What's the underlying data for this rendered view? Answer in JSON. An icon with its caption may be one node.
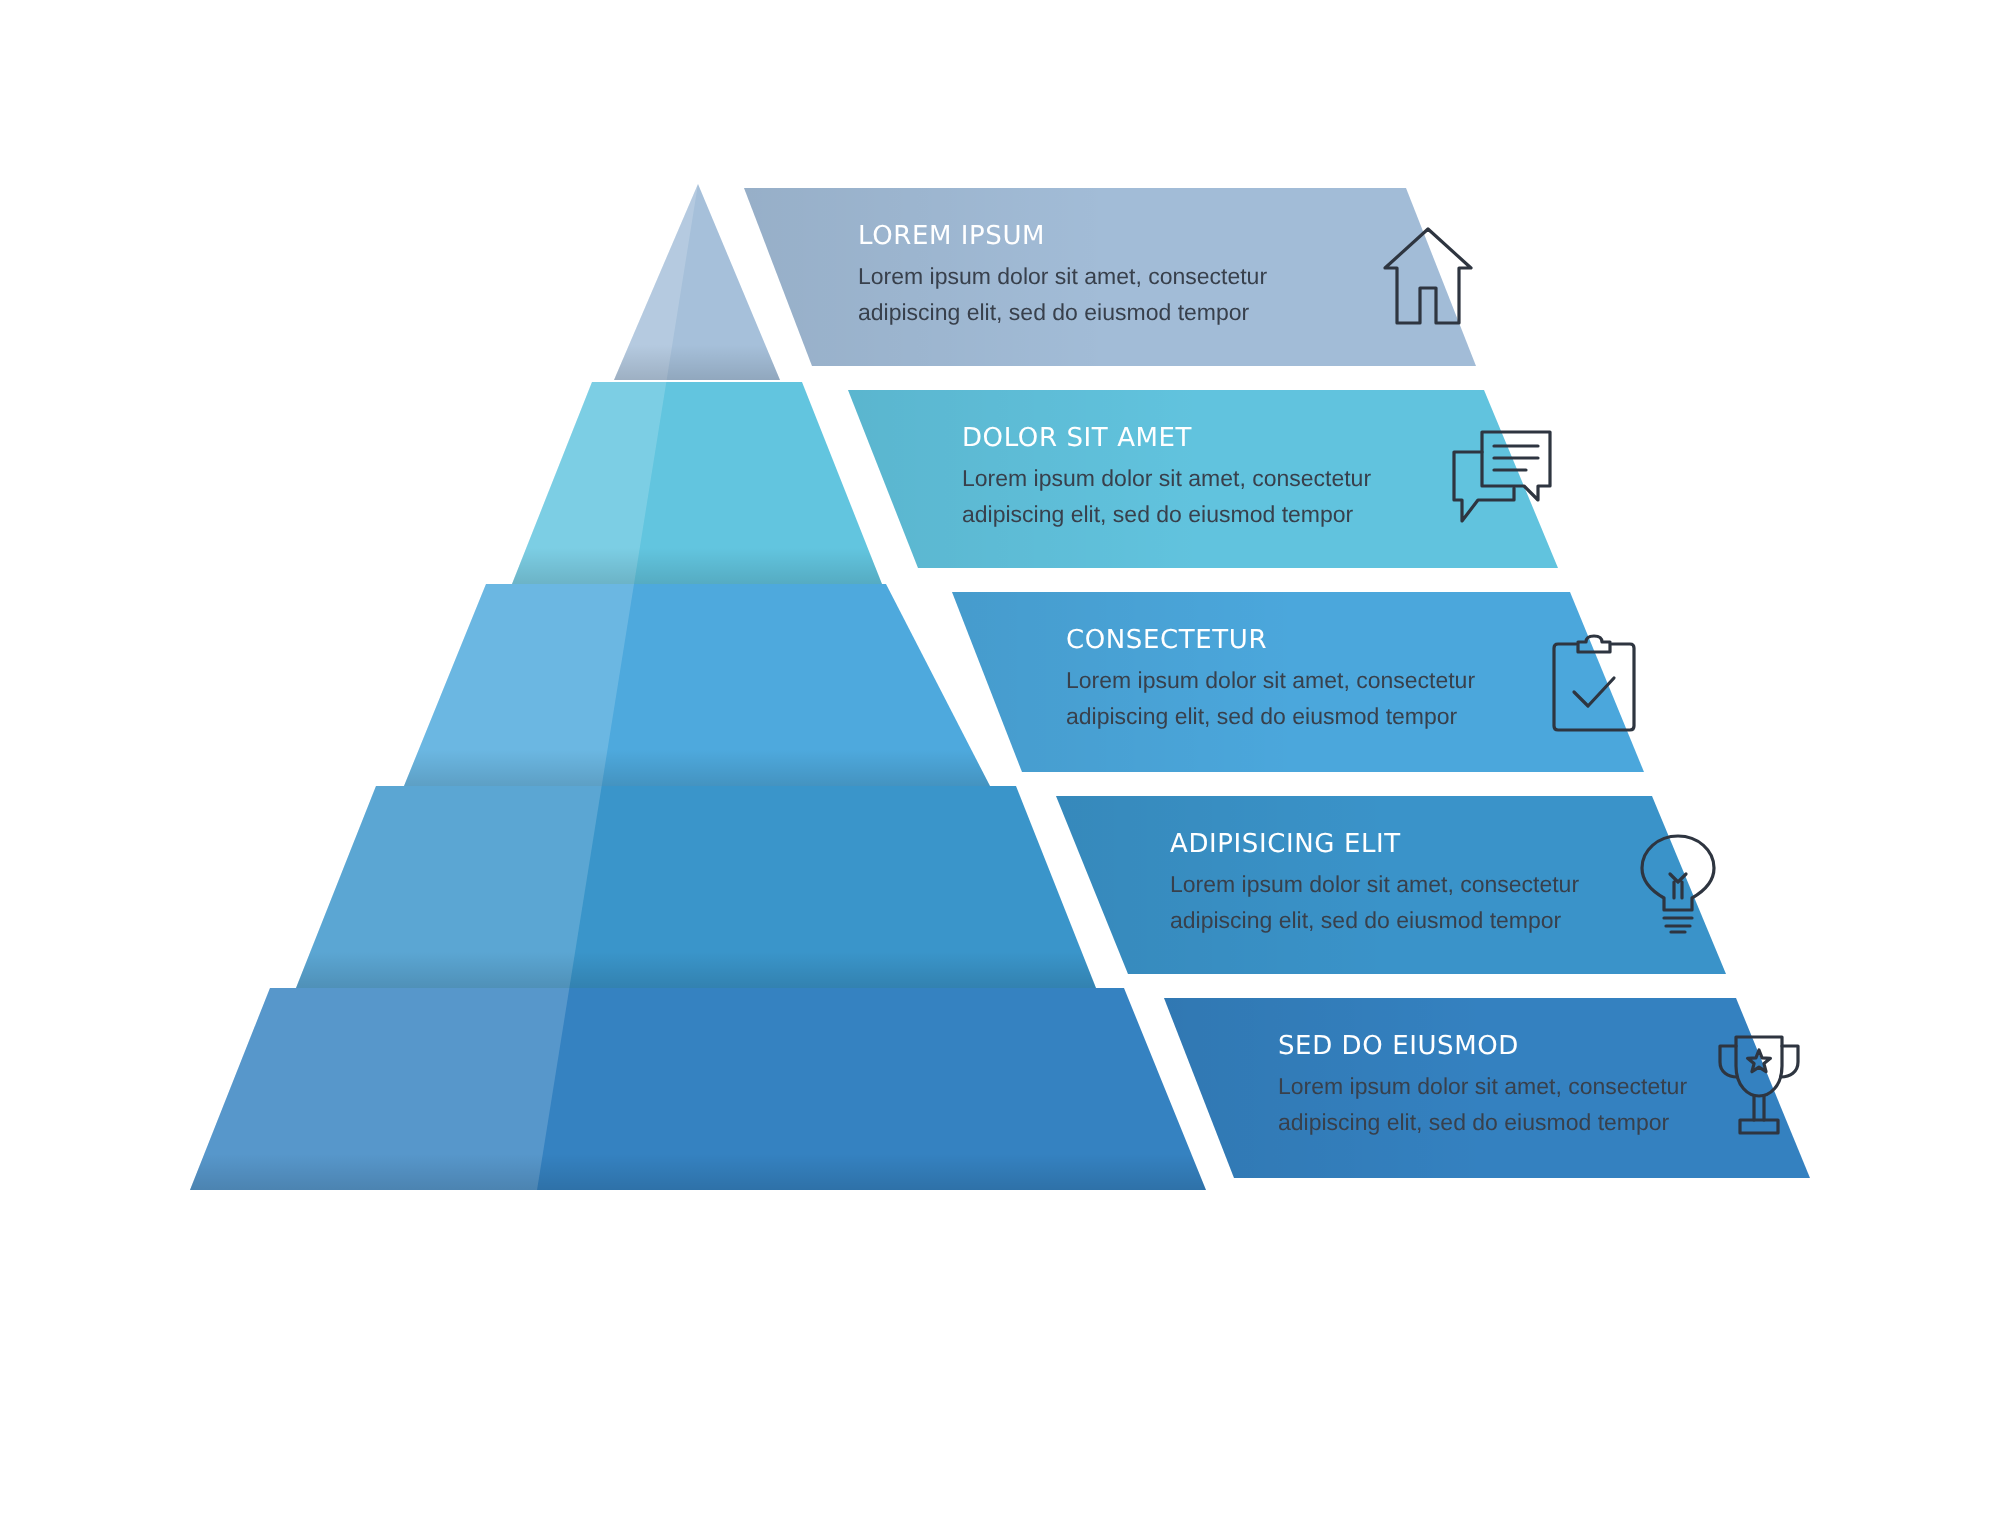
{
  "diagram": {
    "nodes": [
      {
        "text": [],
        "shape": "triangle"
      },
      {
        "text": [
          "LOREM IPSUM",
          "Lorem ipsum dolor sit amet, consectetur adipiscing elit, sed do eiusmod tempor"
        ]
      },
      {
        "text": [],
        "shape": "trapezoid"
      },
      {
        "text": [
          "DOLOR SIT AMET",
          "Lorem ipsum dolor sit amet, consectetur adipiscing elit, sed do eiusmod tempor"
        ]
      },
      {
        "text": [],
        "shape": "trapezoid"
      },
      {
        "text": [
          "CONSECTETUR",
          "Lorem ipsum dolor sit amet, consectetur adipiscing elit, sed do eiusmod tempor"
        ]
      },
      {
        "text": [],
        "shape": "trapezoid"
      },
      {
        "text": [
          "ADIPISICING ELIT",
          "Lorem ipsum dolor sit amet, consectetur adipiscing elit, sed do eiusmod tempor"
        ]
      },
      {
        "text": [],
        "shape": "trapezoid"
      },
      {
        "text": [
          "SED DO EIUSMOD",
          "Lorem ipsum dolor sit amet, consectetur adipiscing elit, sed do eiusmod tempor"
        ]
      }
    ]
  }
}
